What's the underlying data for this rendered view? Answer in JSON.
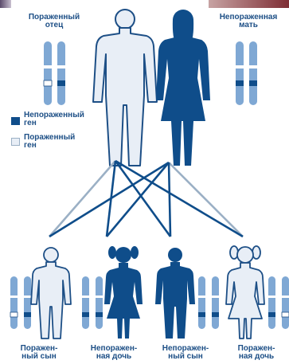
{
  "parents": {
    "father": {
      "line1": "Пораженный",
      "line2": "отец"
    },
    "mother": {
      "line1": "Непораженная",
      "line2": "мать"
    }
  },
  "legend": {
    "unaffected": {
      "line1": "Непораженный",
      "line2": "ген"
    },
    "affected": {
      "line1": "Пораженный",
      "line2": "ген"
    }
  },
  "children": [
    {
      "line1": "Поражен-",
      "line2": "ный сын"
    },
    {
      "line1": "Непоражен-",
      "line2": "ная дочь"
    },
    {
      "line1": "Непоражен-",
      "line2": "ный сын"
    },
    {
      "line1": "Поражен-",
      "line2": "ная дочь"
    }
  ],
  "colors": {
    "unaffected": "#0f4d8a",
    "affected_fill": "#e8eef6",
    "outline": "#1d4f86",
    "chromosome": "#7fa8d4"
  }
}
